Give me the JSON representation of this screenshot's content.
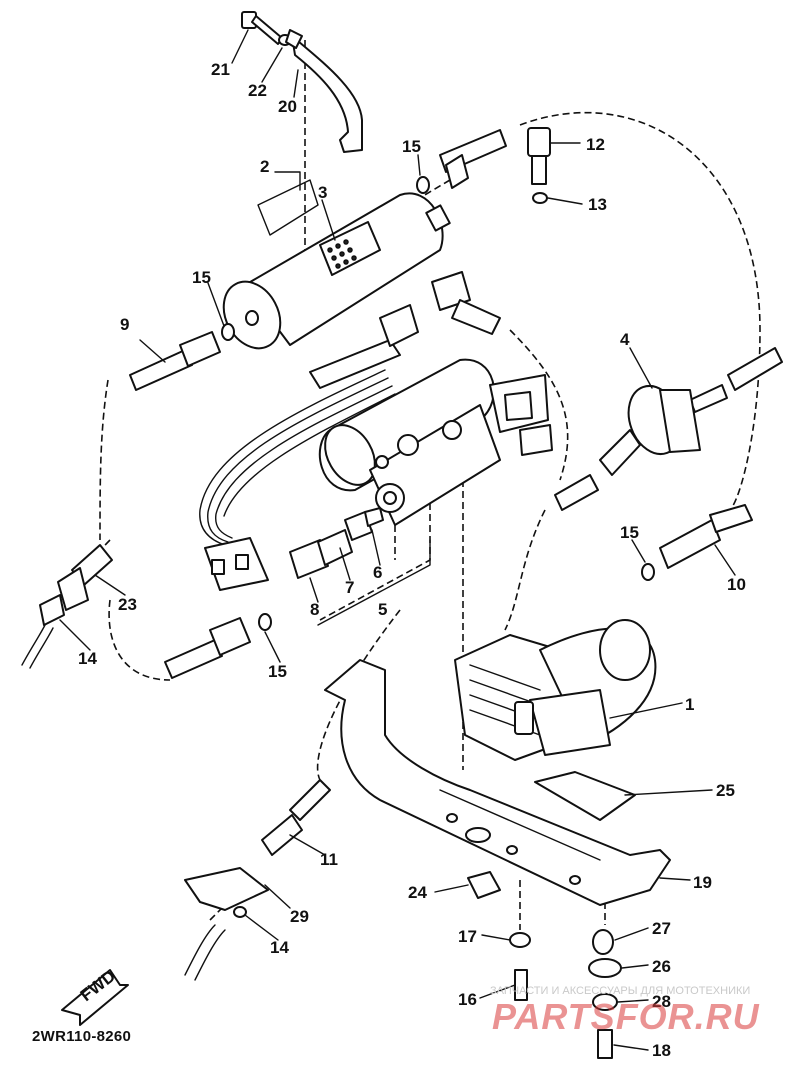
{
  "diagram": {
    "code": "2WR110-8260",
    "fwd_label": "FWD"
  },
  "callouts": {
    "c1": "1",
    "c2": "2",
    "c3": "3",
    "c4": "4",
    "c5": "5",
    "c6": "6",
    "c7": "7",
    "c8": "8",
    "c9": "9",
    "c10": "10",
    "c11": "11",
    "c12": "12",
    "c13": "13",
    "c14a": "14",
    "c14b": "14",
    "c15a": "15",
    "c15b": "15",
    "c15c": "15",
    "c15d": "15",
    "c16": "16",
    "c17": "17",
    "c18": "18",
    "c19": "19",
    "c20": "20",
    "c21": "21",
    "c22": "22",
    "c23": "23",
    "c24": "24",
    "c25": "25",
    "c26": "26",
    "c27": "27",
    "c28": "28",
    "c29": "29"
  },
  "watermark": {
    "top": "ЗАПЧАСТИ И АКСЕССУАРЫ ДЛЯ МОТОТЕХНИКИ",
    "brand": "PARTSFOR.RU"
  },
  "colors": {
    "watermark_red": "#d93a3a",
    "line": "#111111"
  }
}
